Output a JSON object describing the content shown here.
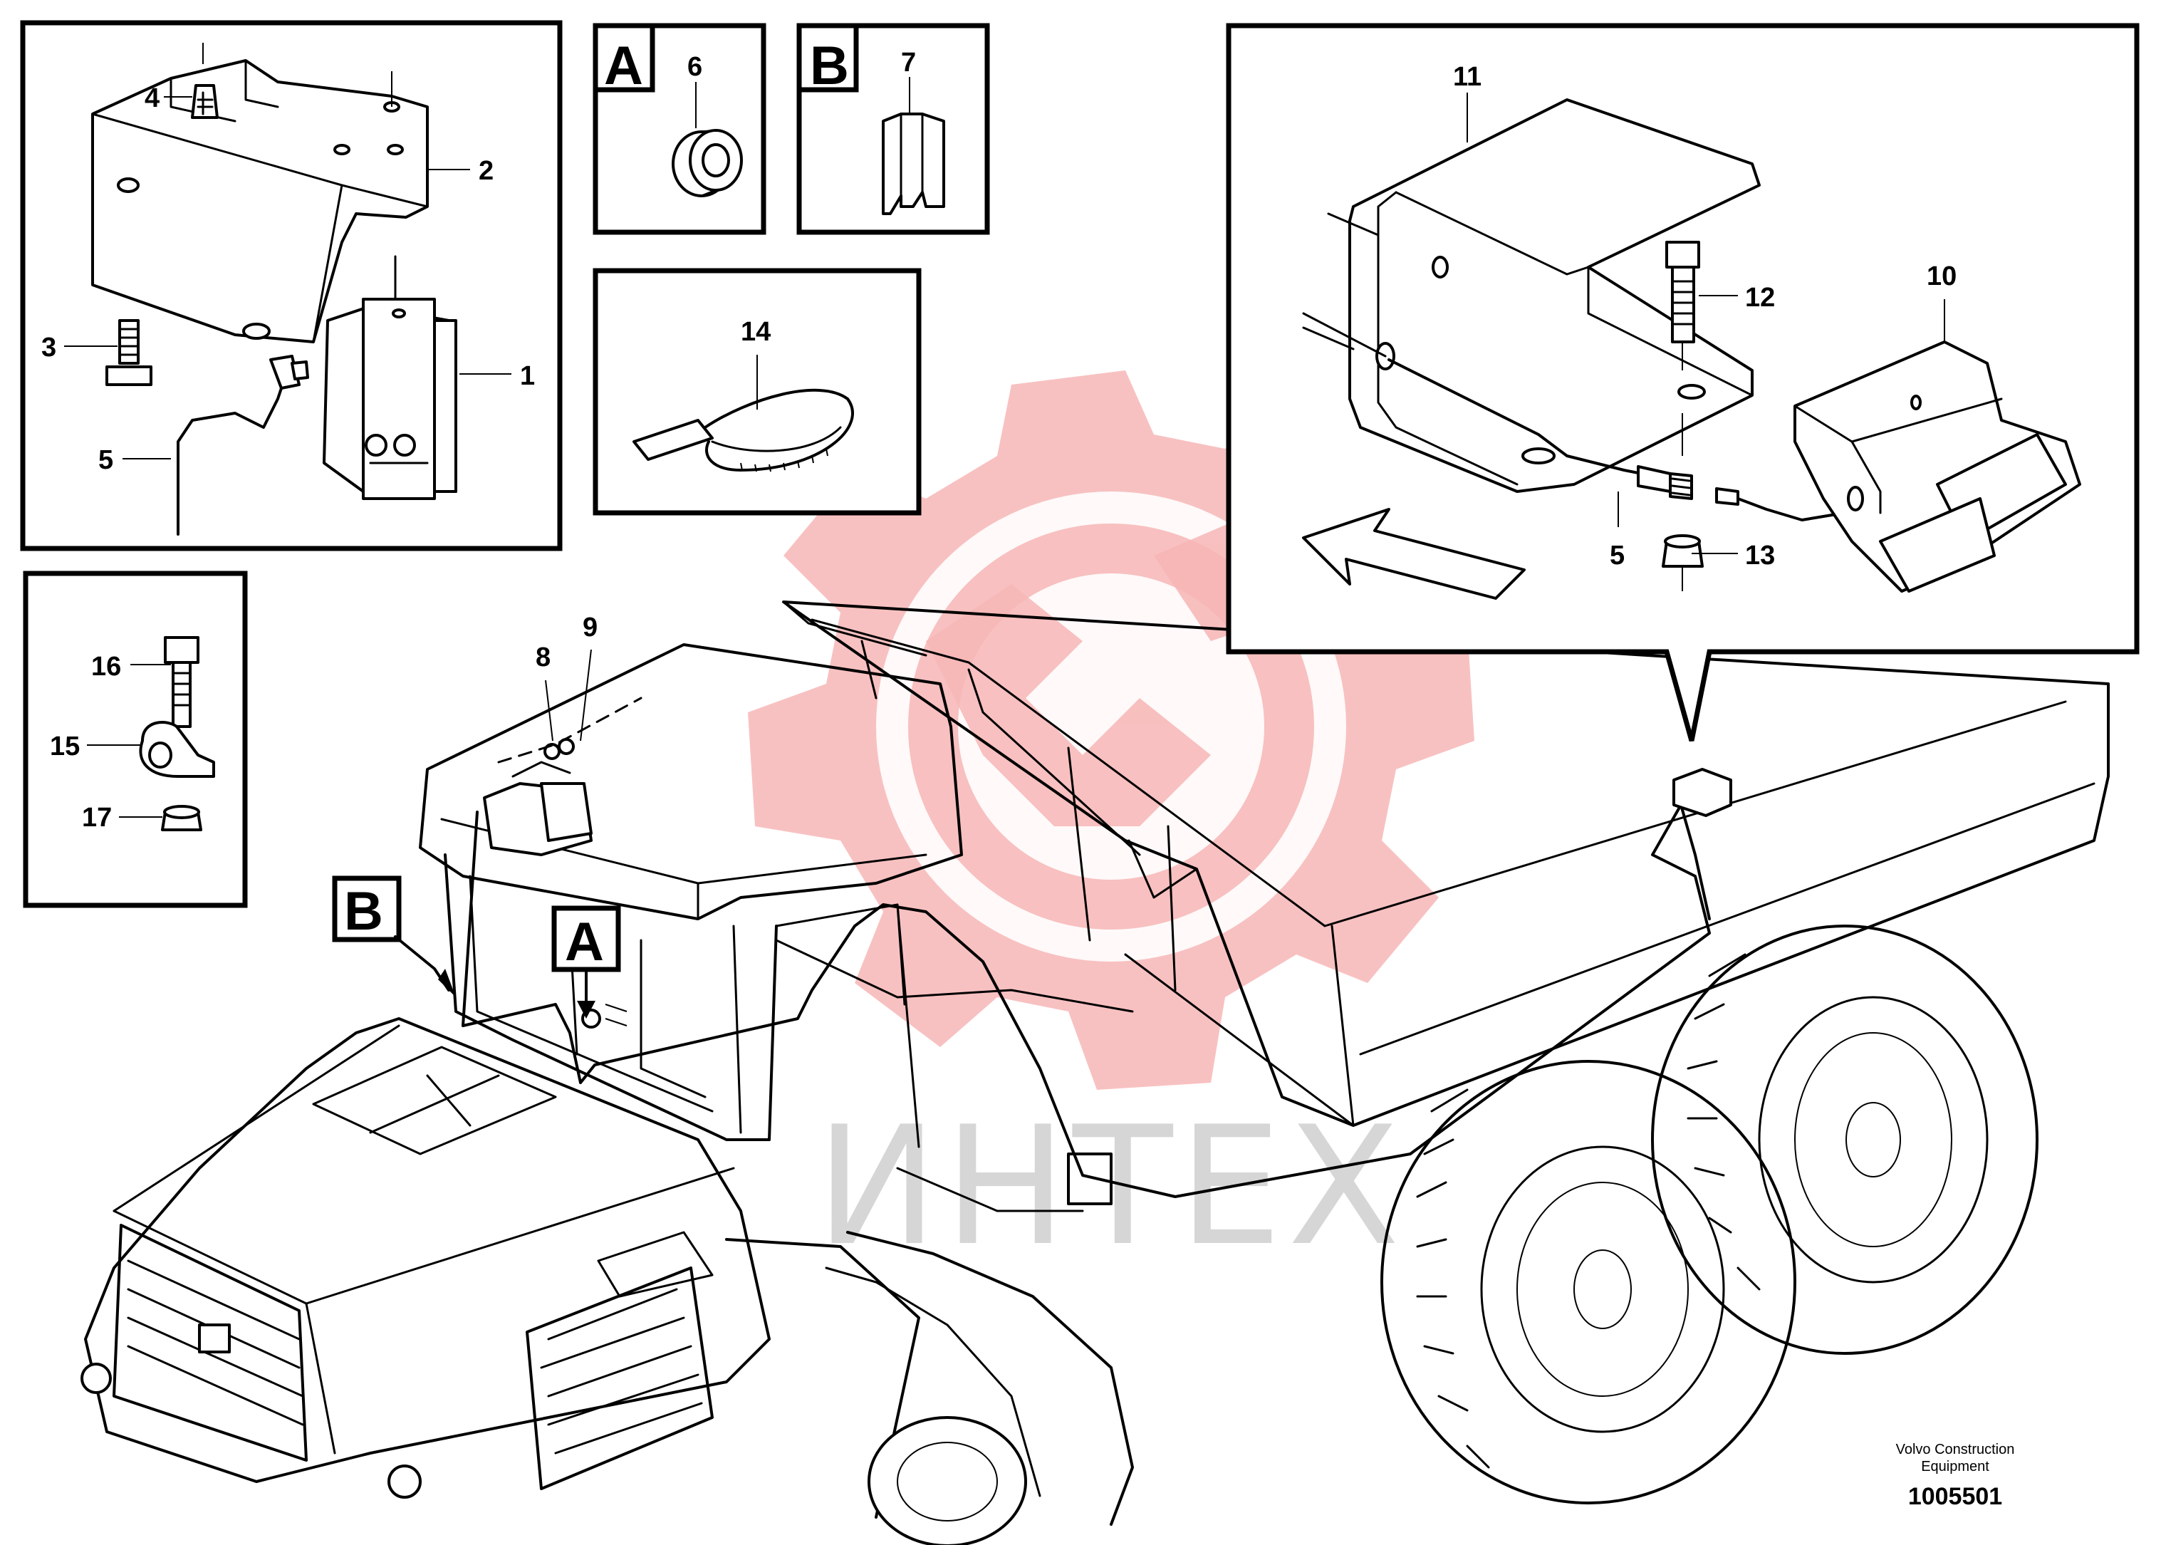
{
  "watermark": {
    "text": "ИНТЕХ",
    "gear_color": "#f7b6b6",
    "text_color": "#d6d6d6"
  },
  "view_letters": {
    "a": "A",
    "b": "B"
  },
  "callouts": {
    "p1": "1",
    "p2": "2",
    "p3": "3",
    "p4": "4",
    "p5": "5",
    "p6": "6",
    "p7": "7",
    "p8": "8",
    "p9": "9",
    "p10": "10",
    "p11": "11",
    "p12": "12",
    "p13": "13",
    "p14": "14",
    "p15": "15",
    "p16": "16",
    "p17": "17"
  },
  "credit": {
    "line1": "Volvo Construction",
    "line2": "Equipment"
  },
  "document_number": "1005501",
  "icons": [
    "arrow-icon",
    "watermark-gear-icon"
  ]
}
